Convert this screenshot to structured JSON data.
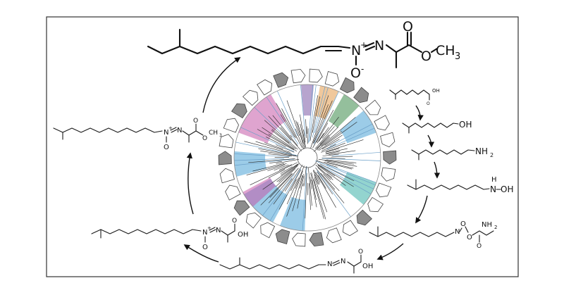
{
  "colors": {
    "frame": "#333333",
    "gene_grey": "#8c8c8c",
    "gene_white": "#ffffff",
    "clade_pink": "#c45aa8",
    "clade_blue": "#4aa3d6",
    "clade_teal": "#3bb0a8",
    "clade_green": "#3d8a4a",
    "clade_orange": "#e39a4a",
    "clade_purple": "#7b5aa6"
  },
  "final_product": {
    "n_plus": "N",
    "n_plus_charge": "+",
    "n_eq": "N",
    "o_minus": "O",
    "o_minus_charge": "-",
    "carbonyl_o": "O",
    "ester_o": "O",
    "methyl": "CH",
    "methyl_sub": "3"
  },
  "pathway": [
    {
      "step": "fatty-acid",
      "group": "OH"
    },
    {
      "step": "fatty-alcohol",
      "group": "OH"
    },
    {
      "step": "fatty-amine",
      "group": "NH",
      "group_sub": "2"
    },
    {
      "step": "hydroxylamine",
      "group_n": "N",
      "group_h": "H",
      "group_o": "OH"
    },
    {
      "step": "nitroso-alanine-adduct",
      "n": "N",
      "o1": "O",
      "o2": "O",
      "nh2": "NH",
      "nh2_sub": "2",
      "carbonyl": "O"
    },
    {
      "step": "azoxy-acid-bottom",
      "n1": "N",
      "n2": "N",
      "oh": "OH",
      "carbonyl": "O"
    },
    {
      "step": "azoxy-acid-left",
      "n_plus": "N",
      "charge": "+",
      "n_eq": "N",
      "o_minus": "O",
      "oh": "OH",
      "carbonyl": "O"
    },
    {
      "step": "methyl-ester-left",
      "n_plus": "N",
      "charge": "+",
      "n_eq": "N",
      "o_minus": "O",
      "ester_o": "O",
      "methyl": "CH",
      "methyl_sub": "3",
      "carbonyl": "O"
    }
  ]
}
